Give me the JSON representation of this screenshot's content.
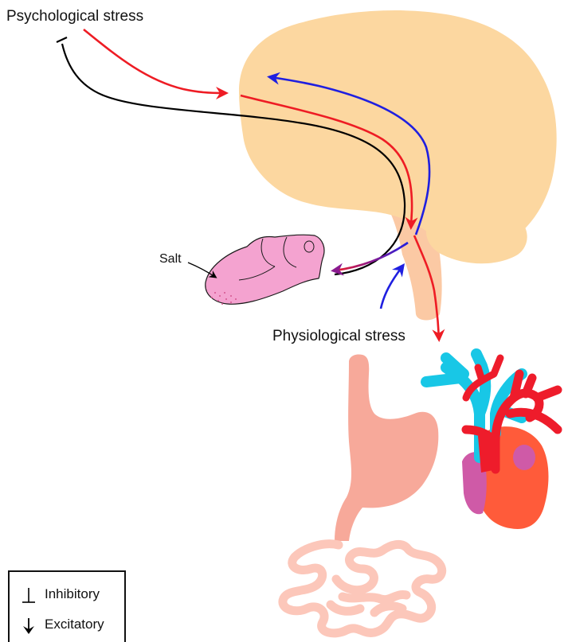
{
  "labels": {
    "psychological_stress": "Psychological stress",
    "physiological_stress": "Physiological stress",
    "salt": "Salt"
  },
  "legend": {
    "inhibitory": "Inhibitory",
    "excitatory": "Excitatory"
  },
  "colors": {
    "brain": "#fcd7a0",
    "brainstem": "#fbc9a4",
    "tongue": "#f4a3d0",
    "stomach": "#f7a99a",
    "intestine": "#fcc7ba",
    "vein": "#18c7e6",
    "artery": "#ee1c2b",
    "heart_body": "#ff5b3a",
    "atrium": "#cf5aa7",
    "excitatory_path": "#ee1c24",
    "feedback_path": "#1f1fe0",
    "inhibitory_path": "#000000",
    "mixed_path": "#8a1a8f"
  }
}
